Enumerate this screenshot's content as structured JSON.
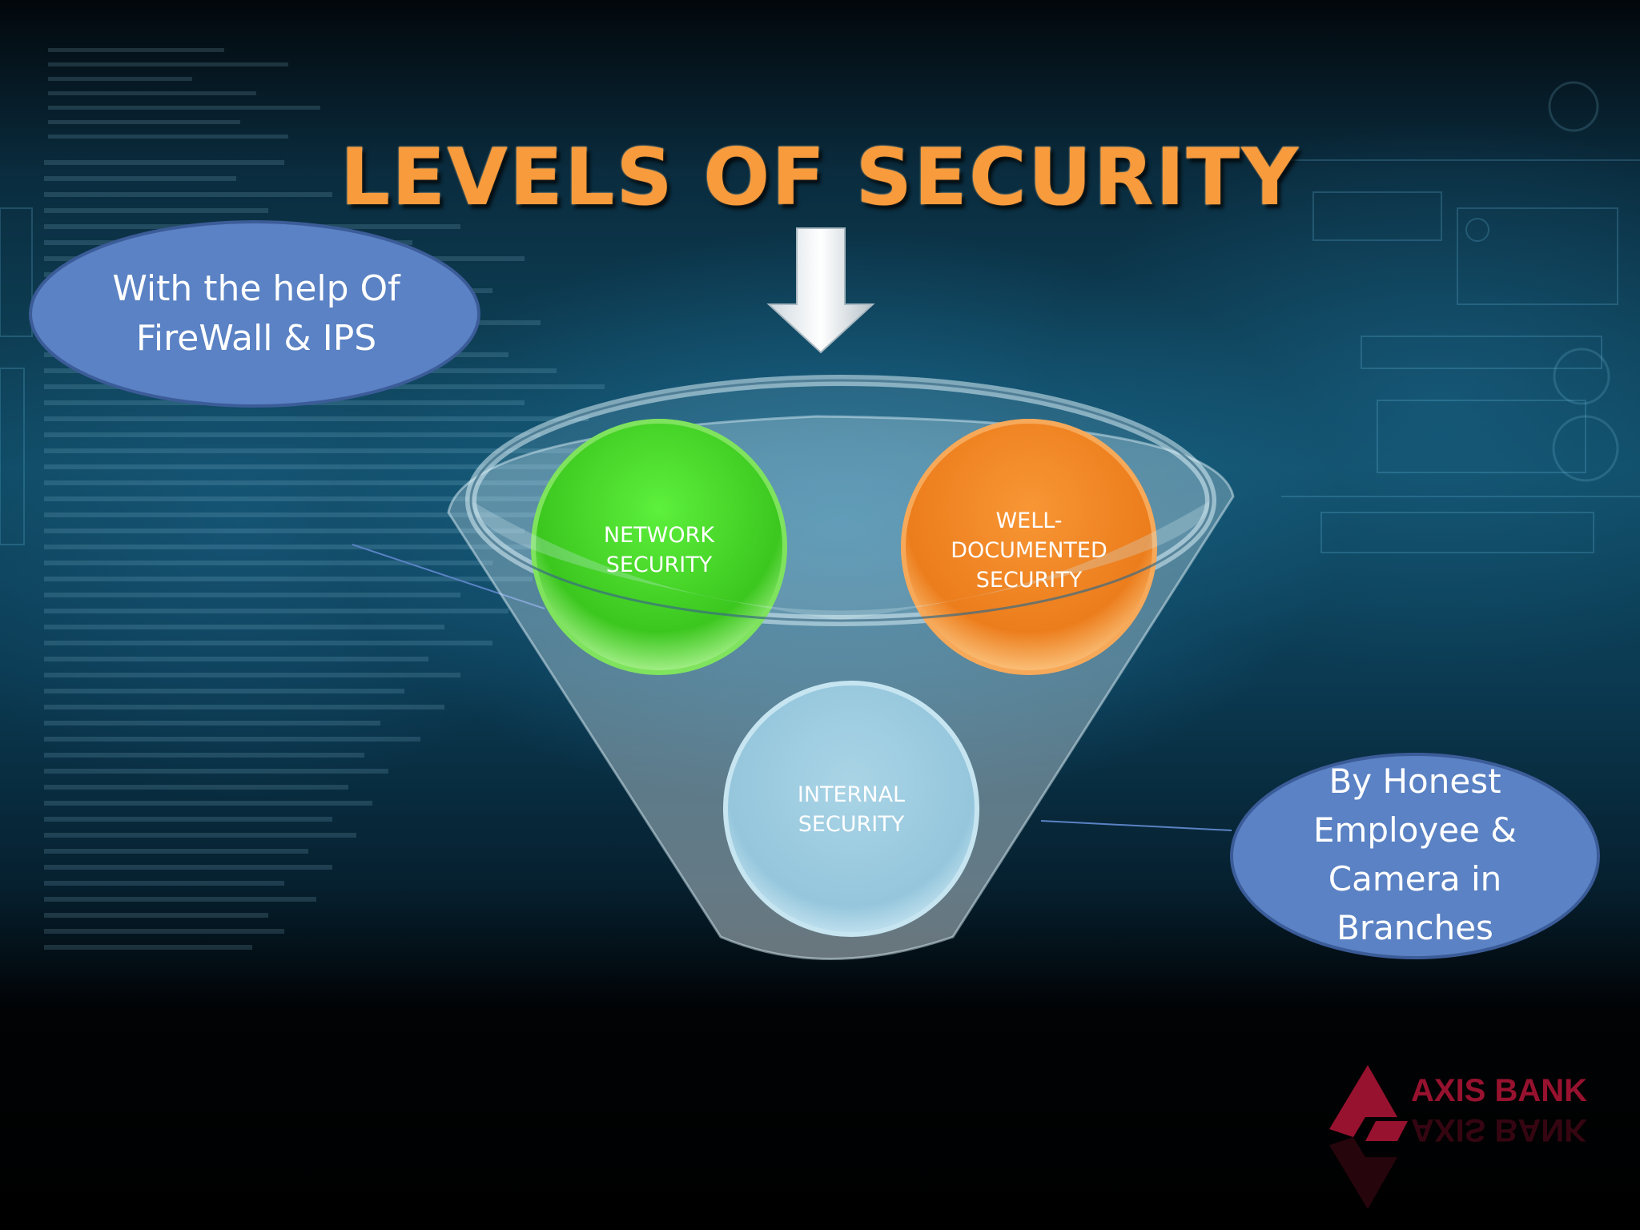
{
  "slide": {
    "title": "LEVELS OF SECURITY",
    "callout_left": {
      "line1": "With the help Of",
      "line2": "FireWall & IPS"
    },
    "callout_right": {
      "line1": "By Honest",
      "line2": "Employee &",
      "line3": "Camera in",
      "line4": "Branches"
    },
    "circles": [
      {
        "line1": "NETWORK",
        "line2": "SECURITY",
        "color": "#3fd021"
      },
      {
        "line1": "WELL-",
        "line2": "DOCUMENTED",
        "line3": "SECURITY",
        "color": "#f08a26"
      },
      {
        "line1": "INTERNAL",
        "line2": "SECURITY",
        "color": "#a8d7e8"
      }
    ],
    "logo": {
      "text": "AXIS BANK",
      "color": "#97122f"
    },
    "colors": {
      "title": "#f79b3c",
      "callout_fill": "#5a82c4",
      "callout_border": "#3a5a9a"
    }
  }
}
